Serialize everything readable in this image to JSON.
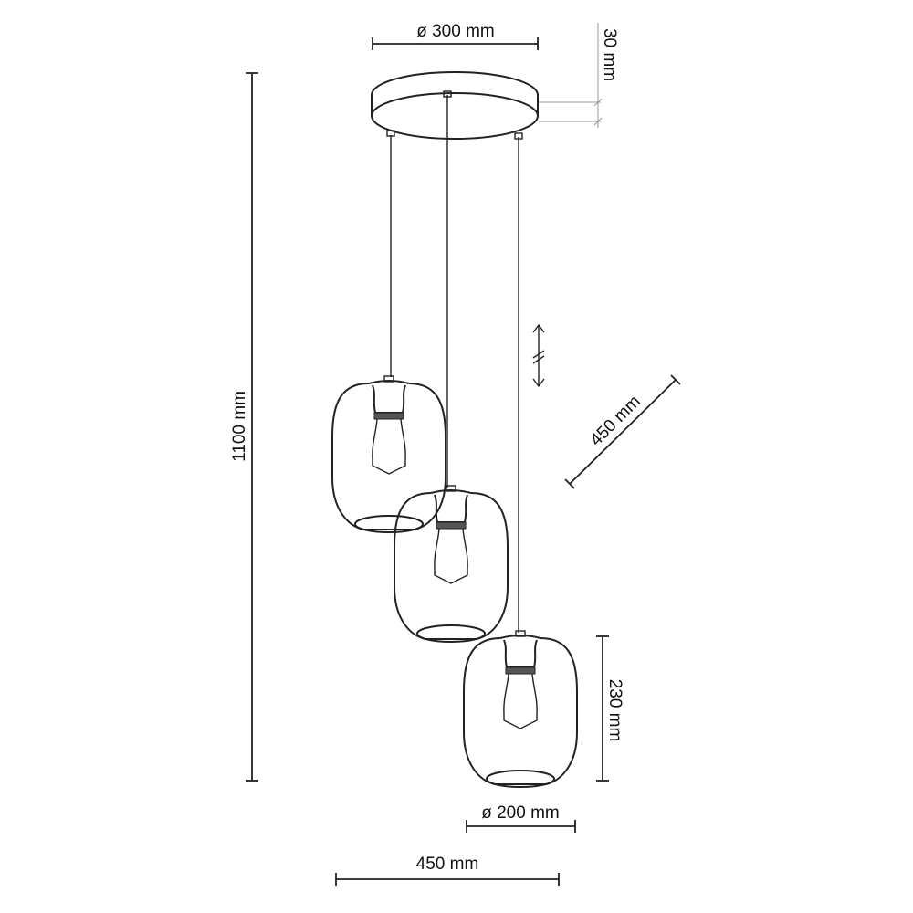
{
  "dimensions": {
    "canopy_diameter": "ø 300 mm",
    "canopy_height": "30 mm",
    "total_height": "1100 mm",
    "cluster_diagonal": "450 mm",
    "shade_height": "230 mm",
    "shade_diameter": "ø 200 mm",
    "cluster_width": "450 mm"
  },
  "colors": {
    "line": "#222222",
    "background": "#ffffff"
  }
}
